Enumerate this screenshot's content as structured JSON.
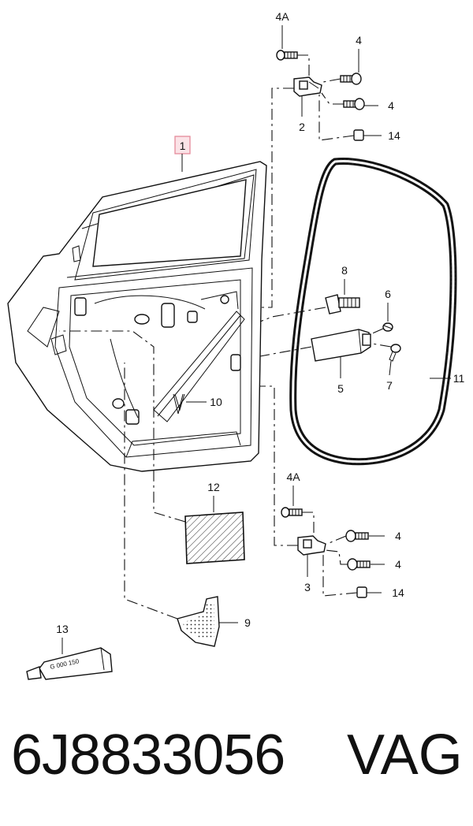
{
  "callouts": {
    "c1": "1",
    "c2": "2",
    "c3": "3",
    "c4a_top": "4A",
    "c4_top_a": "4",
    "c4_top_b": "4",
    "c14_top": "14",
    "c4a_bot": "4A",
    "c4_bot_a": "4",
    "c4_bot_b": "4",
    "c14_bot": "14",
    "c5": "5",
    "c6": "6",
    "c7": "7",
    "c8": "8",
    "c9": "9",
    "c10": "10",
    "c11": "11",
    "c12": "12",
    "c13": "13"
  },
  "tube_text": "G 000 150",
  "footer": {
    "part_number": "6J8833056",
    "brand": "VAG"
  },
  "colors": {
    "highlight_border": "#e58a9a",
    "highlight_fill": "#fbe3e7",
    "ink": "#111111"
  }
}
